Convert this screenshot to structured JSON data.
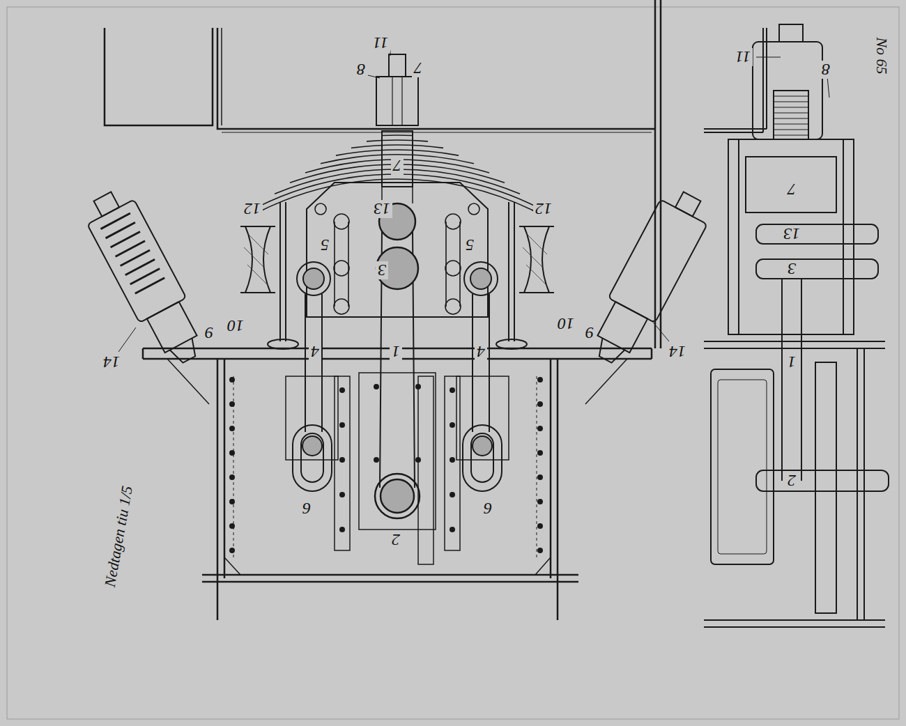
{
  "diagram": {
    "labels": [
      "11",
      "7",
      "8",
      "7",
      "13",
      "5",
      "5",
      "3",
      "12",
      "12",
      "14",
      "14",
      "9",
      "10",
      "10",
      "9",
      "4",
      "4",
      "1",
      "6",
      "6",
      "2",
      "11",
      "8",
      "7",
      "13",
      "3",
      "1",
      "2",
      "Nedtagen tiu 1/5",
      "No 65"
    ]
  }
}
